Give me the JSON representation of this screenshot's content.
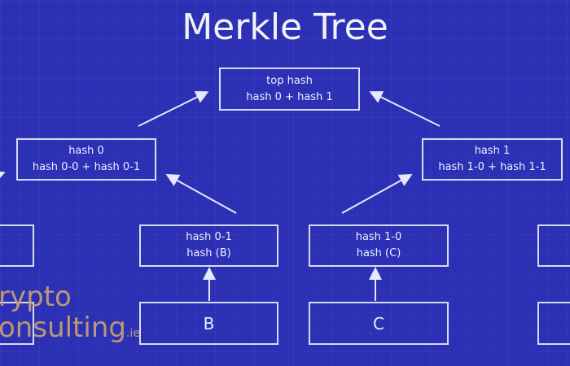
{
  "title": "Merkle Tree",
  "nodes": {
    "top": {
      "line1": "top hash",
      "line2": "hash 0 + hash 1"
    },
    "hash0": {
      "line1": "hash 0",
      "line2": "hash 0-0 + hash 0-1"
    },
    "hash1": {
      "line1": "hash 1",
      "line2": "hash 1-0 + hash 1-1"
    },
    "hash01": {
      "line1": "hash 0-1",
      "line2": "hash (B)"
    },
    "hash10": {
      "line1": "hash 1-0",
      "line2": "hash (C)"
    },
    "leafB": "B",
    "leafC": "C"
  },
  "watermark": {
    "line1": "rypto",
    "line2": "onsulting",
    "suffix": ".ie"
  },
  "colors": {
    "background": "#2b30b4",
    "lines": "#d9dbf6",
    "watermark": "#c9a070"
  }
}
